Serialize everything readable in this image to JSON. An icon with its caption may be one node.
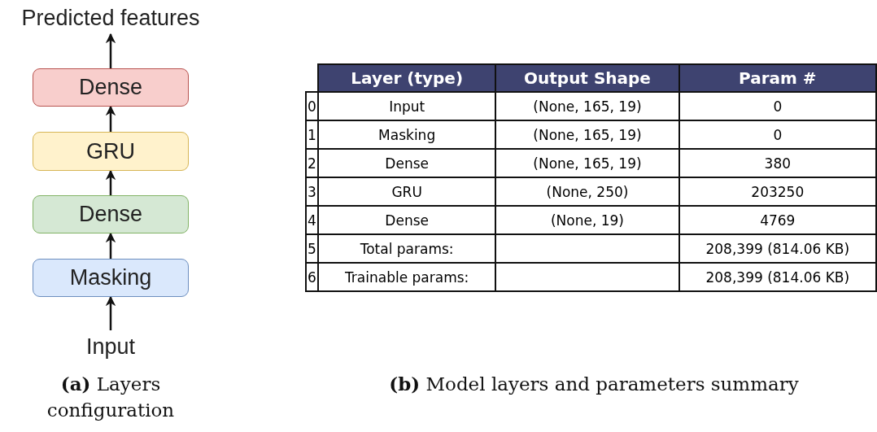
{
  "diagram": {
    "nodes": [
      {
        "text": [
          "Predicted features"
        ]
      },
      {
        "text": [
          "Dense"
        ]
      },
      {
        "text": [
          "GRU"
        ]
      },
      {
        "text": [
          "Dense"
        ]
      },
      {
        "text": [
          "Masking"
        ]
      },
      {
        "text": [
          "Input"
        ]
      }
    ],
    "edges": [
      {
        "from": 5,
        "to": 4,
        "arrow": "to"
      },
      {
        "from": 4,
        "to": 3,
        "arrow": "to"
      },
      {
        "from": 3,
        "to": 2,
        "arrow": "to"
      },
      {
        "from": 2,
        "to": 1,
        "arrow": "to"
      },
      {
        "from": 1,
        "to": 0,
        "arrow": "to"
      }
    ],
    "labels": [
      "Layer (type)",
      "Output Shape",
      "Param #",
      "0",
      "Input",
      "(None, 165, 19)",
      "0",
      "1",
      "Masking",
      "(None, 165, 19)",
      "0",
      "2",
      "Dense",
      "(None, 165, 19)",
      "380",
      "3",
      "GRU",
      "(None, 250)",
      "203250",
      "4",
      "Dense",
      "(None, 19)",
      "4769",
      "5",
      "Total params:",
      "208,399 (814.06 KB)",
      "6",
      "Trainable params:",
      "208,399 (814.06 KB)",
      "**(a)** Layers configuration",
      "**(b)** Model layers and parameters summary"
    ]
  }
}
